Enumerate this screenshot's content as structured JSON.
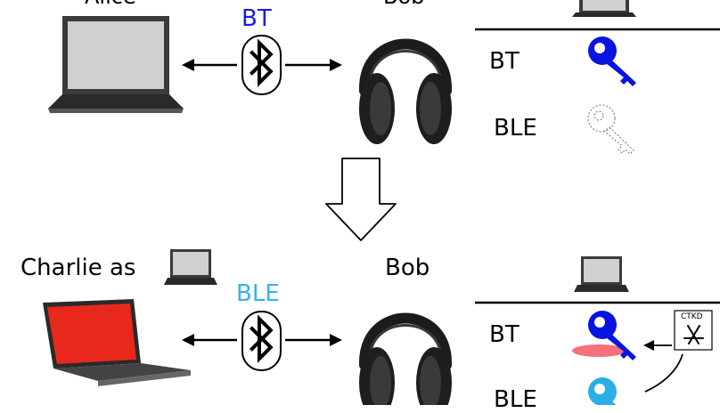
{
  "top": {
    "left_name": "Alice",
    "right_name": "Bob",
    "link_label": "BT",
    "table_rows": [
      "BT",
      "BLE"
    ]
  },
  "bottom": {
    "left_name": "Charlie as",
    "right_name": "Bob",
    "link_label": "BLE",
    "table_rows": [
      "BT",
      "BLE"
    ],
    "ctkd_label": "CTKD"
  },
  "colors": {
    "bt_blue": "#1a1ae6",
    "ble_blue": "#35b3e8",
    "bt_key": "#0a14e0",
    "ble_key": "#2aaee6",
    "stolen_screen": "#e8281c",
    "laptop_screen": "#d0d0d0",
    "highlight_red": "#f04050"
  },
  "icons": [
    "laptop-icon",
    "bluetooth-icon",
    "headphones-icon",
    "key-icon",
    "down-arrow-icon",
    "app-store-icon"
  ]
}
